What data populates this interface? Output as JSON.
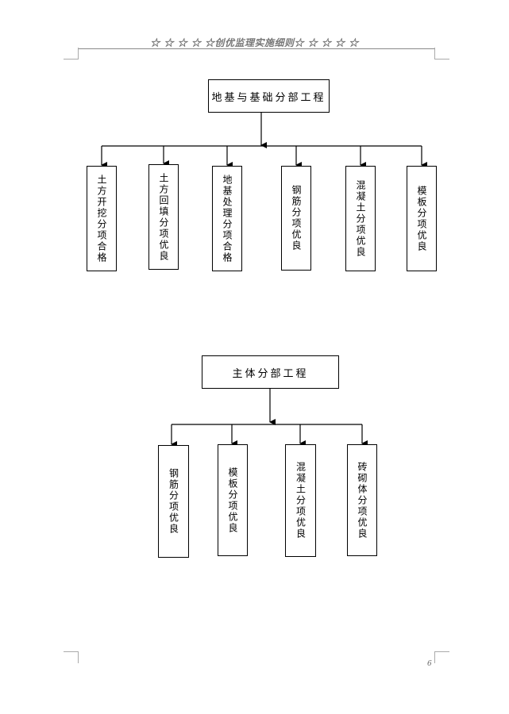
{
  "header": {
    "title": "☆ ☆ ☆ ☆ ☆创优监理实施细则☆ ☆ ☆ ☆ ☆"
  },
  "page_number": "6",
  "diagram1": {
    "root": "地基与基础分部工程",
    "children": [
      "土方开挖分项合格",
      "土方回填分项优良",
      "地基处理分项合格",
      "钢筋分项优良",
      "混凝土分项优良",
      "模板分项优良"
    ]
  },
  "diagram2": {
    "root": "主体分部工程",
    "children": [
      "钢筋分项优良",
      "模板分项优良",
      "混凝土分项优良",
      "砖砌体分项优良"
    ]
  }
}
